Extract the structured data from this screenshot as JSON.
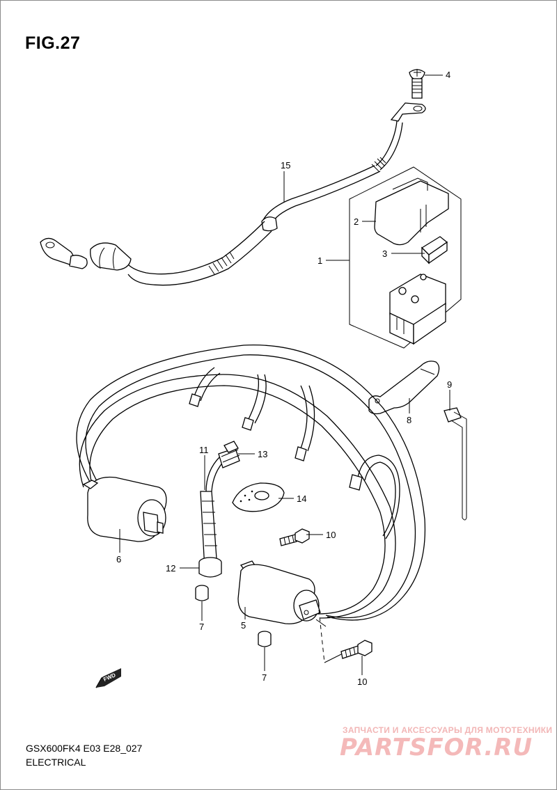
{
  "figure": {
    "title": "FIG.27"
  },
  "footer": {
    "model_code": "GSX600FK4 E03 E28_027",
    "section": "ELECTRICAL"
  },
  "watermark": {
    "tagline": "ЗАПЧАСТИ И АКСЕССУАРЫ ДЛЯ МОТОТЕХНИКИ",
    "logo": "PARTSFOR.RU"
  },
  "direction_marker": {
    "label": "FWD"
  },
  "callouts": {
    "c1": "1",
    "c2": "2",
    "c3": "3",
    "c4": "4",
    "c5": "5",
    "c6": "6",
    "c7a": "7",
    "c7b": "7",
    "c8": "8",
    "c9": "9",
    "c10a": "10",
    "c10b": "10",
    "c11": "11",
    "c12": "12",
    "c13": "13",
    "c14": "14",
    "c15": "15"
  }
}
